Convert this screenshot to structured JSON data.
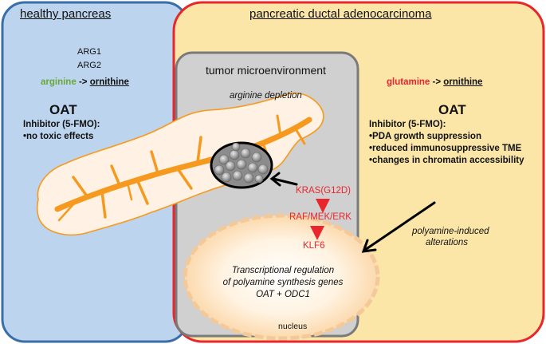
{
  "healthy": {
    "title": "healthy pancreas",
    "enzyme1": "ARG1",
    "enzyme2": "ARG2",
    "substrate": "arginine",
    "arrow": "->",
    "product": "ornithine",
    "oat": "OAT",
    "inhibitor": "Inhibitor (5-FMO):",
    "effect": "•no toxic effects"
  },
  "pdac": {
    "title": "pancreatic ductal adenocarcinoma",
    "substrate": "glutamine",
    "arrow": "->",
    "product": "ornithine",
    "oat": "OAT",
    "inhibitor": "Inhibitor (5-FMO):",
    "effects": [
      "•PDA growth suppression",
      "•reduced immunosuppressive TME",
      "•changes in chromatin accessibility"
    ],
    "polyamine_note_line1": "polyamine-induced",
    "polyamine_note_line2": "alterations"
  },
  "tme": {
    "title": "tumor microenvironment",
    "subtitle": "arginine depletion"
  },
  "signaling": {
    "kras": "KRAS(G12D)",
    "raf": "RAF/MEK/ERK",
    "klf6": "KLF6"
  },
  "nucleus": {
    "line1": "Transcriptional regulation",
    "line2": "of polyamine synthesis genes",
    "line3": "OAT + ODC1",
    "label": "nucleus"
  },
  "colors": {
    "healthy_fill": "#bcd4ee",
    "healthy_border": "#3a6ea8",
    "pdac_fill": "#fbe6a8",
    "pdac_border": "#e8262b",
    "tme_fill": "#d0d0d0",
    "tme_border": "#7a7a7a",
    "duct_orange": "#f59a1f",
    "signal_red": "#e8262b"
  }
}
